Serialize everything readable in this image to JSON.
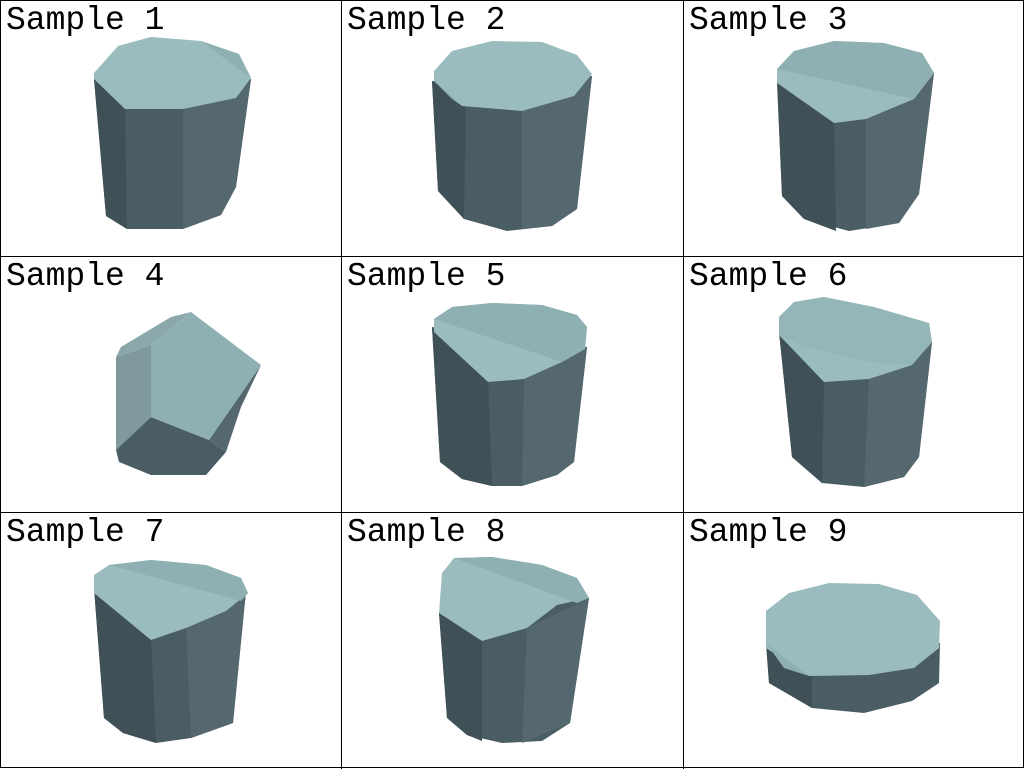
{
  "samples": [
    {
      "label": "Sample 1",
      "object": "octagonal-prism-render"
    },
    {
      "label": "Sample 2",
      "object": "octagonal-prism-render"
    },
    {
      "label": "Sample 3",
      "object": "octagonal-prism-render"
    },
    {
      "label": "Sample 4",
      "object": "pentagonal-prism-render"
    },
    {
      "label": "Sample 5",
      "object": "octagonal-prism-render"
    },
    {
      "label": "Sample 6",
      "object": "octagonal-prism-render"
    },
    {
      "label": "Sample 7",
      "object": "octagonal-prism-render"
    },
    {
      "label": "Sample 8",
      "object": "octagonal-prism-render"
    },
    {
      "label": "Sample 9",
      "object": "flat-octagonal-prism-render"
    }
  ],
  "colors": {
    "top_face": "#9bbcbf",
    "top_face_shade": "#8fb0b3",
    "side_dark": "#3f5057",
    "side_mid": "#4a5d65",
    "side_light": "#55686f",
    "grid_line": "#000000",
    "background": "#ffffff"
  }
}
